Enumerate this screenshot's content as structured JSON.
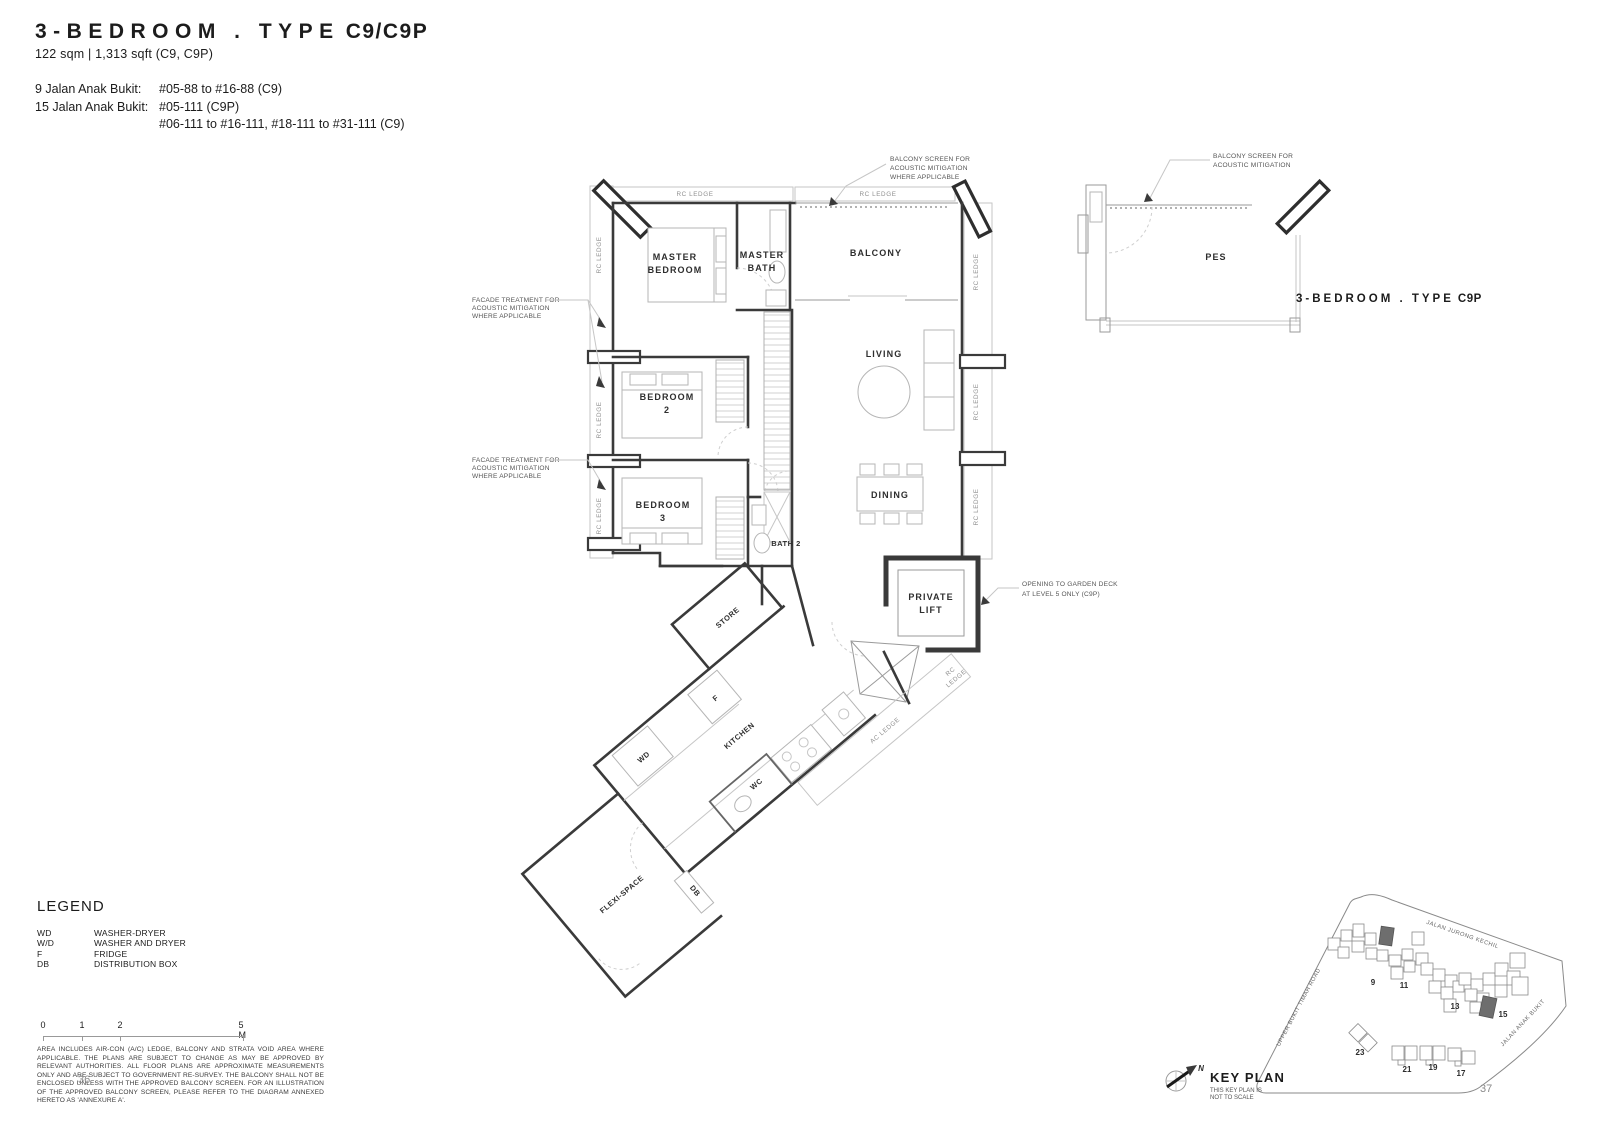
{
  "header": {
    "title_main": "3-BEDROOM . TYPE",
    "title_suffix": "C9/C9P",
    "area": "122 sqm | 1,313 sqft (C9, C9P)",
    "addresses": [
      {
        "label": "9 Jalan Anak Bukit:",
        "value": "#05-88 to #16-88 (C9)"
      },
      {
        "label": "15 Jalan Anak Bukit:",
        "value": "#05-111 (C9P)"
      },
      {
        "label": "",
        "value": "#06-111 to #16-111, #18-111 to #31-111 (C9)"
      }
    ]
  },
  "plan": {
    "rooms": {
      "master_bedroom": [
        "MASTER",
        "BEDROOM"
      ],
      "master_bath": [
        "MASTER",
        "BATH"
      ],
      "balcony": "BALCONY",
      "living": "LIVING",
      "bedroom2": [
        "BEDROOM",
        "2"
      ],
      "bedroom3": [
        "BEDROOM",
        "3"
      ],
      "bath2": "BATH 2",
      "dining": "DINING",
      "private_lift": [
        "PRIVATE",
        "LIFT"
      ],
      "store": "STORE",
      "kitchen": "KITCHEN",
      "wc": "WC",
      "flexi_space": "FLEXI-SPACE"
    },
    "tags": {
      "wd": "WD",
      "f": "F",
      "db": "DB",
      "rc_ledge": "RC LEDGE",
      "ac_ledge": "AC LEDGE",
      "rc": "RC",
      "ledge": "LEDGE"
    },
    "annotations": {
      "balcony_screen": [
        "BALCONY SCREEN FOR",
        "ACOUSTIC MITIGATION",
        "WHERE APPLICABLE"
      ],
      "balcony_screen_pes": [
        "BALCONY SCREEN FOR",
        "ACOUSTIC MITIGATION"
      ],
      "facade": [
        "FACADE TREATMENT FOR",
        "ACOUSTIC MITIGATION",
        "WHERE APPLICABLE"
      ],
      "garden_deck": [
        "OPENING TO GARDEN DECK",
        "AT LEVEL 5 ONLY (C9P)"
      ]
    }
  },
  "pes_plan": {
    "room": "PES",
    "title_main": "3-BEDROOM . TYPE",
    "title_suffix": "C9P"
  },
  "legend": {
    "title": "LEGEND",
    "items": [
      {
        "abbr": "WD",
        "desc": "WASHER-DRYER"
      },
      {
        "abbr": "W/D",
        "desc": "WASHER AND DRYER"
      },
      {
        "abbr": "F",
        "desc": "FRIDGE"
      },
      {
        "abbr": "DB",
        "desc": "DISTRIBUTION BOX"
      }
    ]
  },
  "scale_bar": {
    "labels": [
      "0",
      "1",
      "2",
      "5 M"
    ]
  },
  "disclaimer": "AREA INCLUDES AIR-CON (A/C) LEDGE, BALCONY AND STRATA VOID AREA WHERE APPLICABLE. THE PLANS ARE SUBJECT TO CHANGE AS MAY BE APPROVED BY RELEVANT AUTHORITIES. ALL FLOOR PLANS ARE APPROXIMATE MEASUREMENTS ONLY AND ARE SUBJECT TO GOVERNMENT RE-SURVEY. THE BALCONY SHALL NOT BE ENCLOSED UNLESS WITH THE APPROVED BALCONY SCREEN. FOR AN ILLUSTRATION OF THE APPROVED BALCONY SCREEN, PLEASE REFER TO THE DIAGRAM ANNEXED HERETO AS 'ANNEXURE A'.",
  "key_plan": {
    "title": "KEY PLAN",
    "note": [
      "THIS KEY PLAN IS",
      "NOT TO SCALE"
    ],
    "north": "N",
    "roads": [
      "JALAN JURONG KECHIL",
      "UPPER BUKIT TIMAH ROAD",
      "JALAN ANAK BUKIT"
    ],
    "buildings": [
      "9",
      "11",
      "13",
      "15",
      "23",
      "21",
      "19",
      "17"
    ],
    "colors": {
      "highlight": "#6e6e6e"
    }
  },
  "page": {
    "left_number": "36",
    "right_number": "37"
  }
}
